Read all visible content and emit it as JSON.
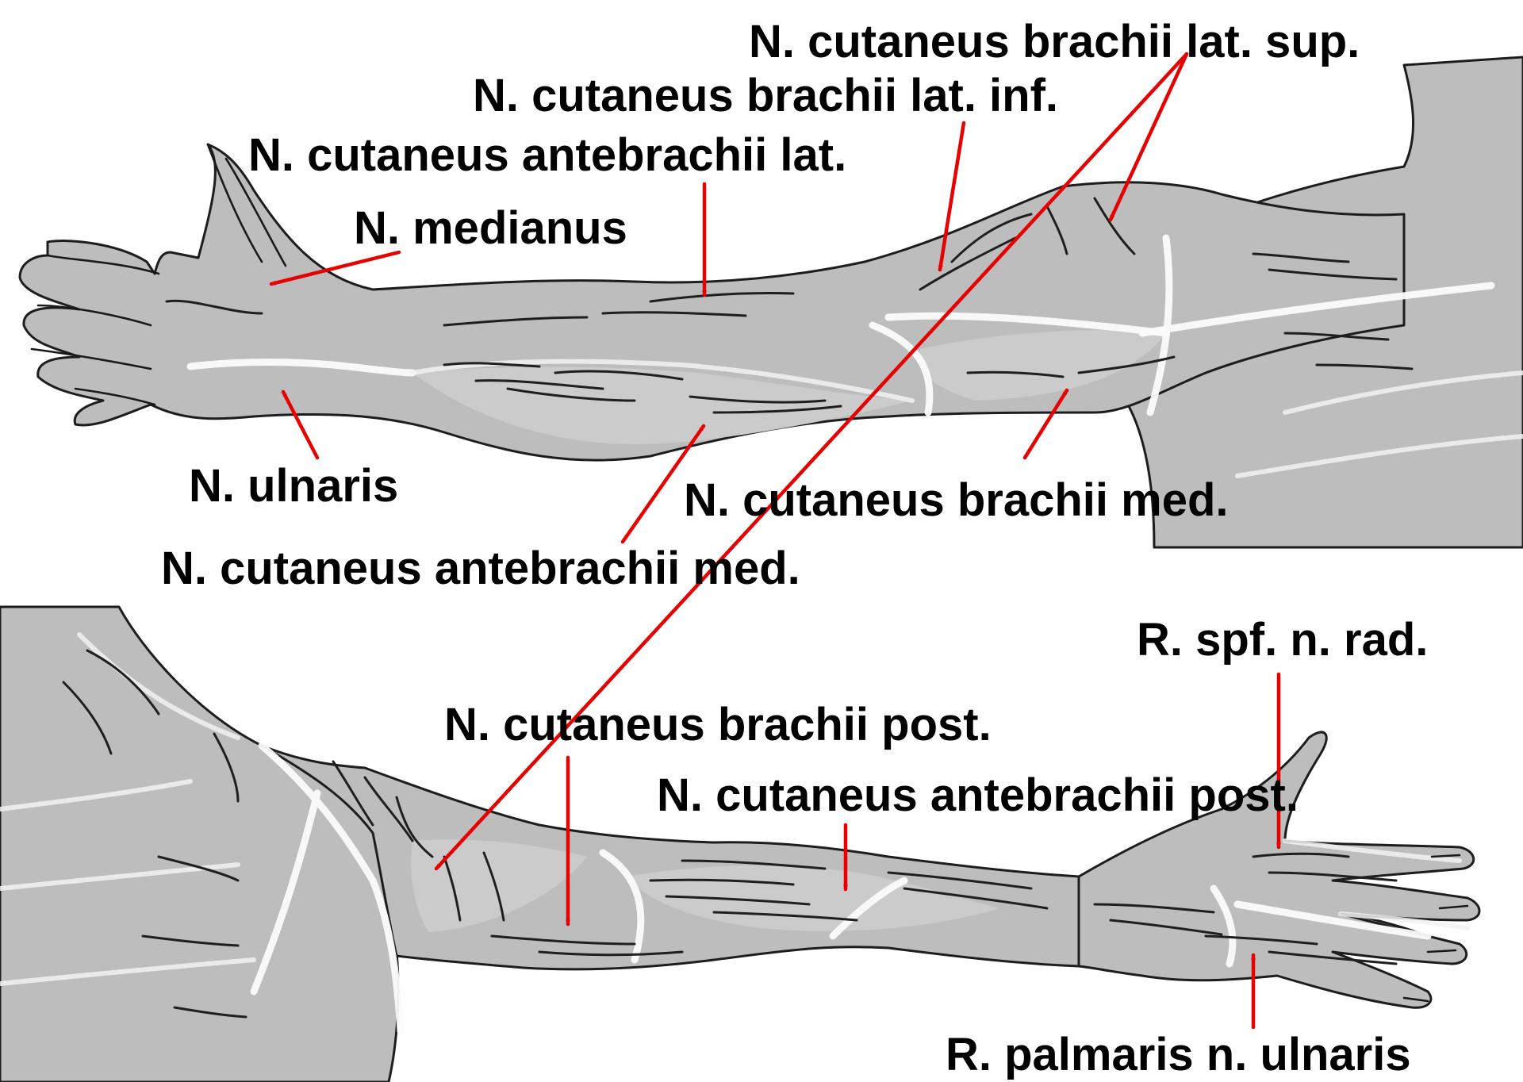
{
  "labels": {
    "cut_brachii_lat_sup": "N. cutaneus brachii lat. sup.",
    "cut_brachii_lat_inf": "N. cutaneus brachii lat. inf.",
    "cut_antebrachii_lat": "N. cutaneus antebrachii lat.",
    "medianus": "N. medianus",
    "ulnaris": "N. ulnaris",
    "cut_brachii_med": "N. cutaneus brachii med.",
    "cut_antebrachii_med": "N. cutaneus antebrachii med.",
    "r_spf_n_rad": "R. spf. n. rad.",
    "cut_brachii_post": "N. cutaneus brachii post.",
    "cut_antebrachii_post": "N. cutaneus antebrachii post.",
    "r_palmaris_n_ulnaris": "R. palmaris n. ulnaris"
  },
  "colors": {
    "arrow": "#e60000",
    "skin": "#bdbdbd",
    "text": "#000000",
    "background": "#ffffff"
  }
}
